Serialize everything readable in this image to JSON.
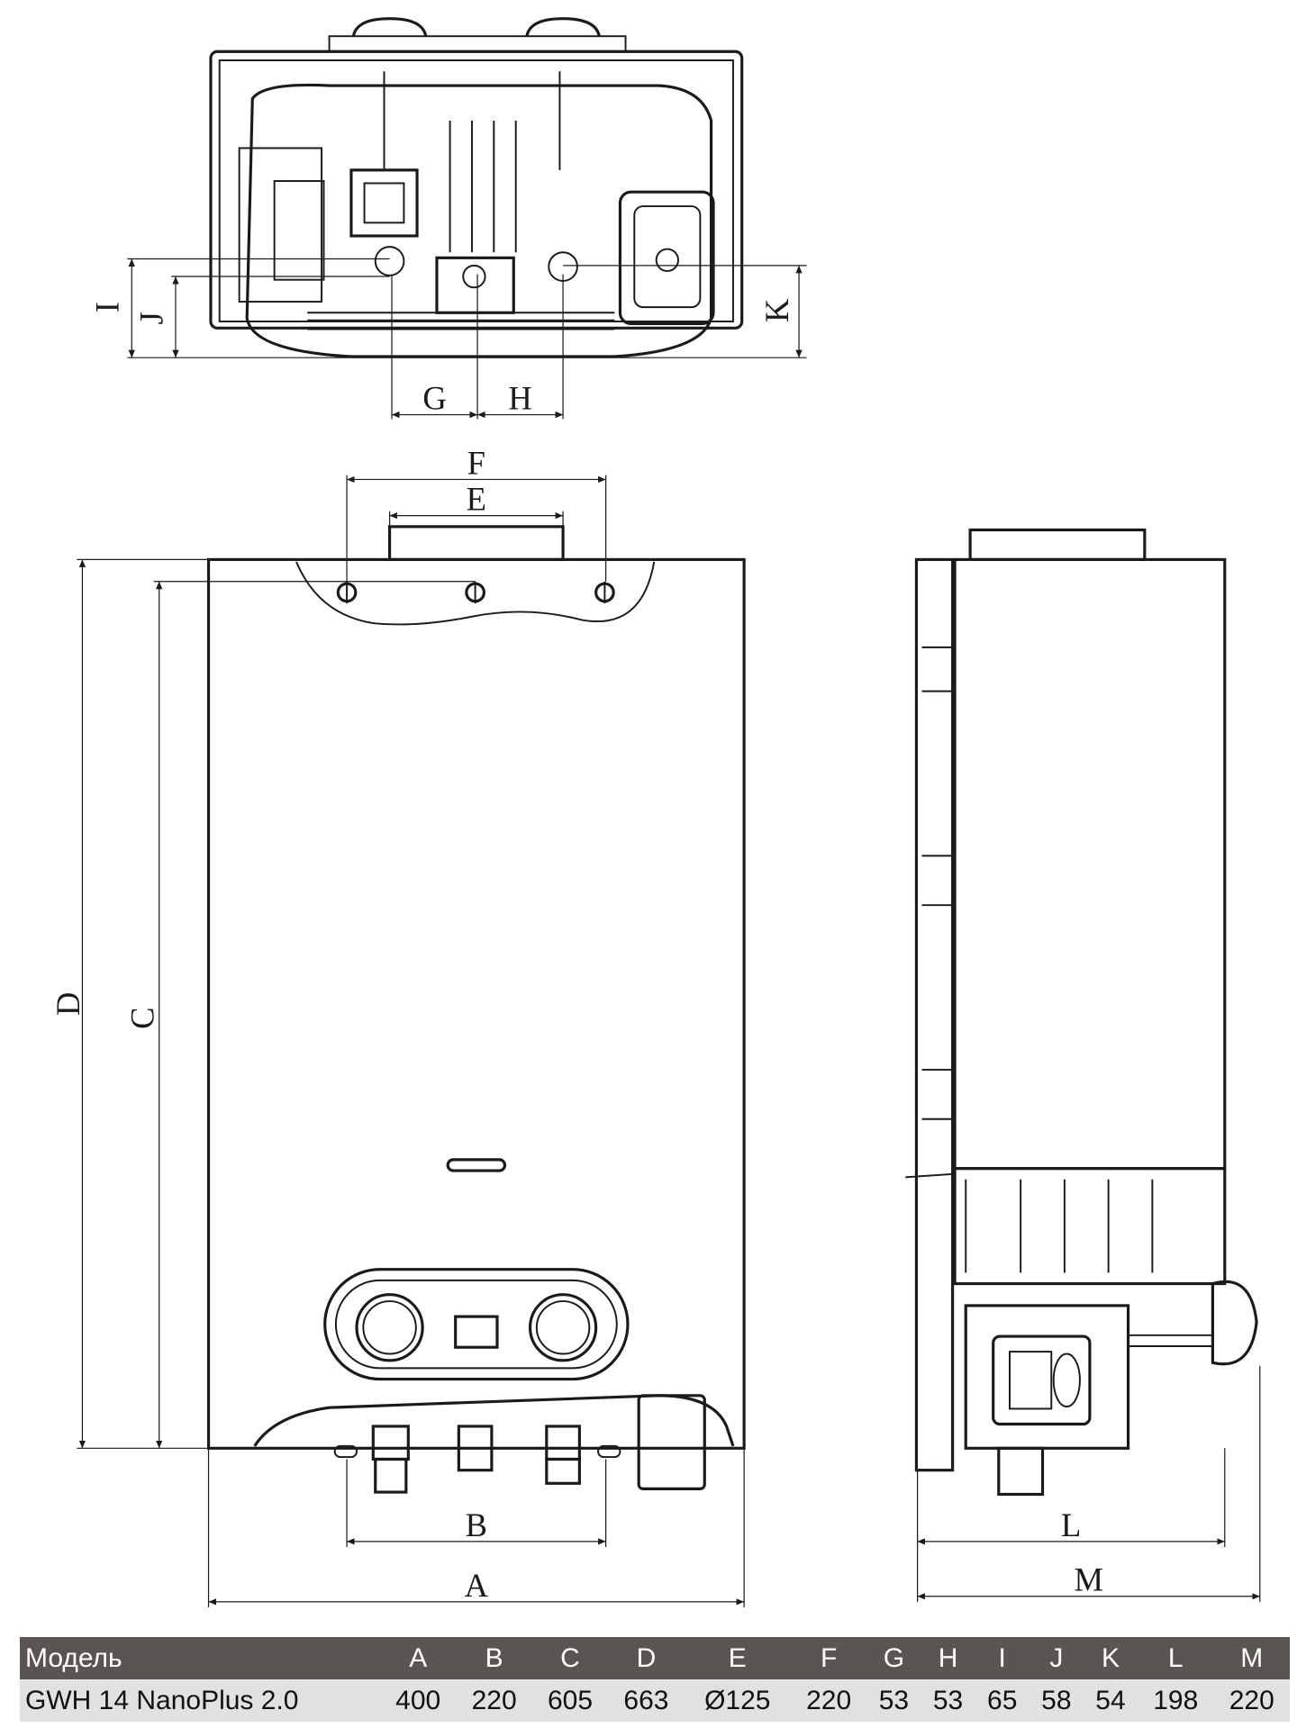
{
  "views": {
    "top": {
      "dims": [
        "I",
        "J",
        "K",
        "G",
        "H"
      ]
    },
    "front": {
      "dims": [
        "F",
        "E",
        "D",
        "C",
        "B",
        "A"
      ]
    },
    "side": {
      "dims": [
        "L",
        "M"
      ]
    }
  },
  "table": {
    "headers": [
      "Модель",
      "A",
      "B",
      "C",
      "D",
      "E",
      "F",
      "G",
      "H",
      "I",
      "J",
      "K",
      "L",
      "M"
    ],
    "rows": [
      [
        "GWH 14 NanoPlus 2.0",
        "400",
        "220",
        "605",
        "663",
        "Ø125",
        "220",
        "53",
        "53",
        "65",
        "58",
        "54",
        "198",
        "220"
      ]
    ]
  }
}
